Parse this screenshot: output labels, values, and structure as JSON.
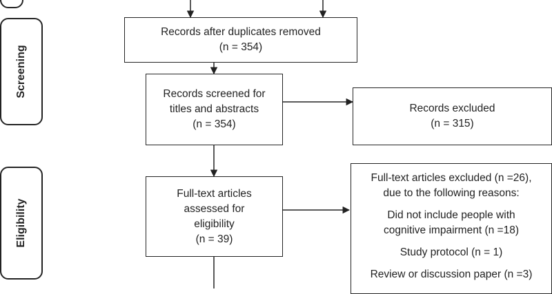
{
  "stages": {
    "identification_label": "",
    "screening_label": "Screening",
    "eligibility_label": "Eligibility"
  },
  "boxes": {
    "duplicates_removed": {
      "line1": "Records after duplicates removed",
      "line2": "(n = 354)"
    },
    "screened": {
      "line1": "Records screened for",
      "line2": "titles and abstracts",
      "line3": "(n = 354)"
    },
    "excluded": {
      "line1": "Records excluded",
      "line2": "(n = 315)"
    },
    "fulltext_assessed": {
      "line1": "Full-text articles",
      "line2": "assessed for",
      "line3": "eligibility",
      "line4": "(n = 39)"
    },
    "fulltext_excluded": {
      "line1": "Full-text articles excluded (n =26),",
      "line2": "due to the following reasons:",
      "reason1_line1": "Did not include people with",
      "reason1_line2": "cognitive impairment (n =18)",
      "reason2": "Study protocol (n = 1)",
      "reason3": "Review or discussion paper (n =3)"
    }
  },
  "colors": {
    "line": "#222222",
    "background": "#ffffff"
  }
}
